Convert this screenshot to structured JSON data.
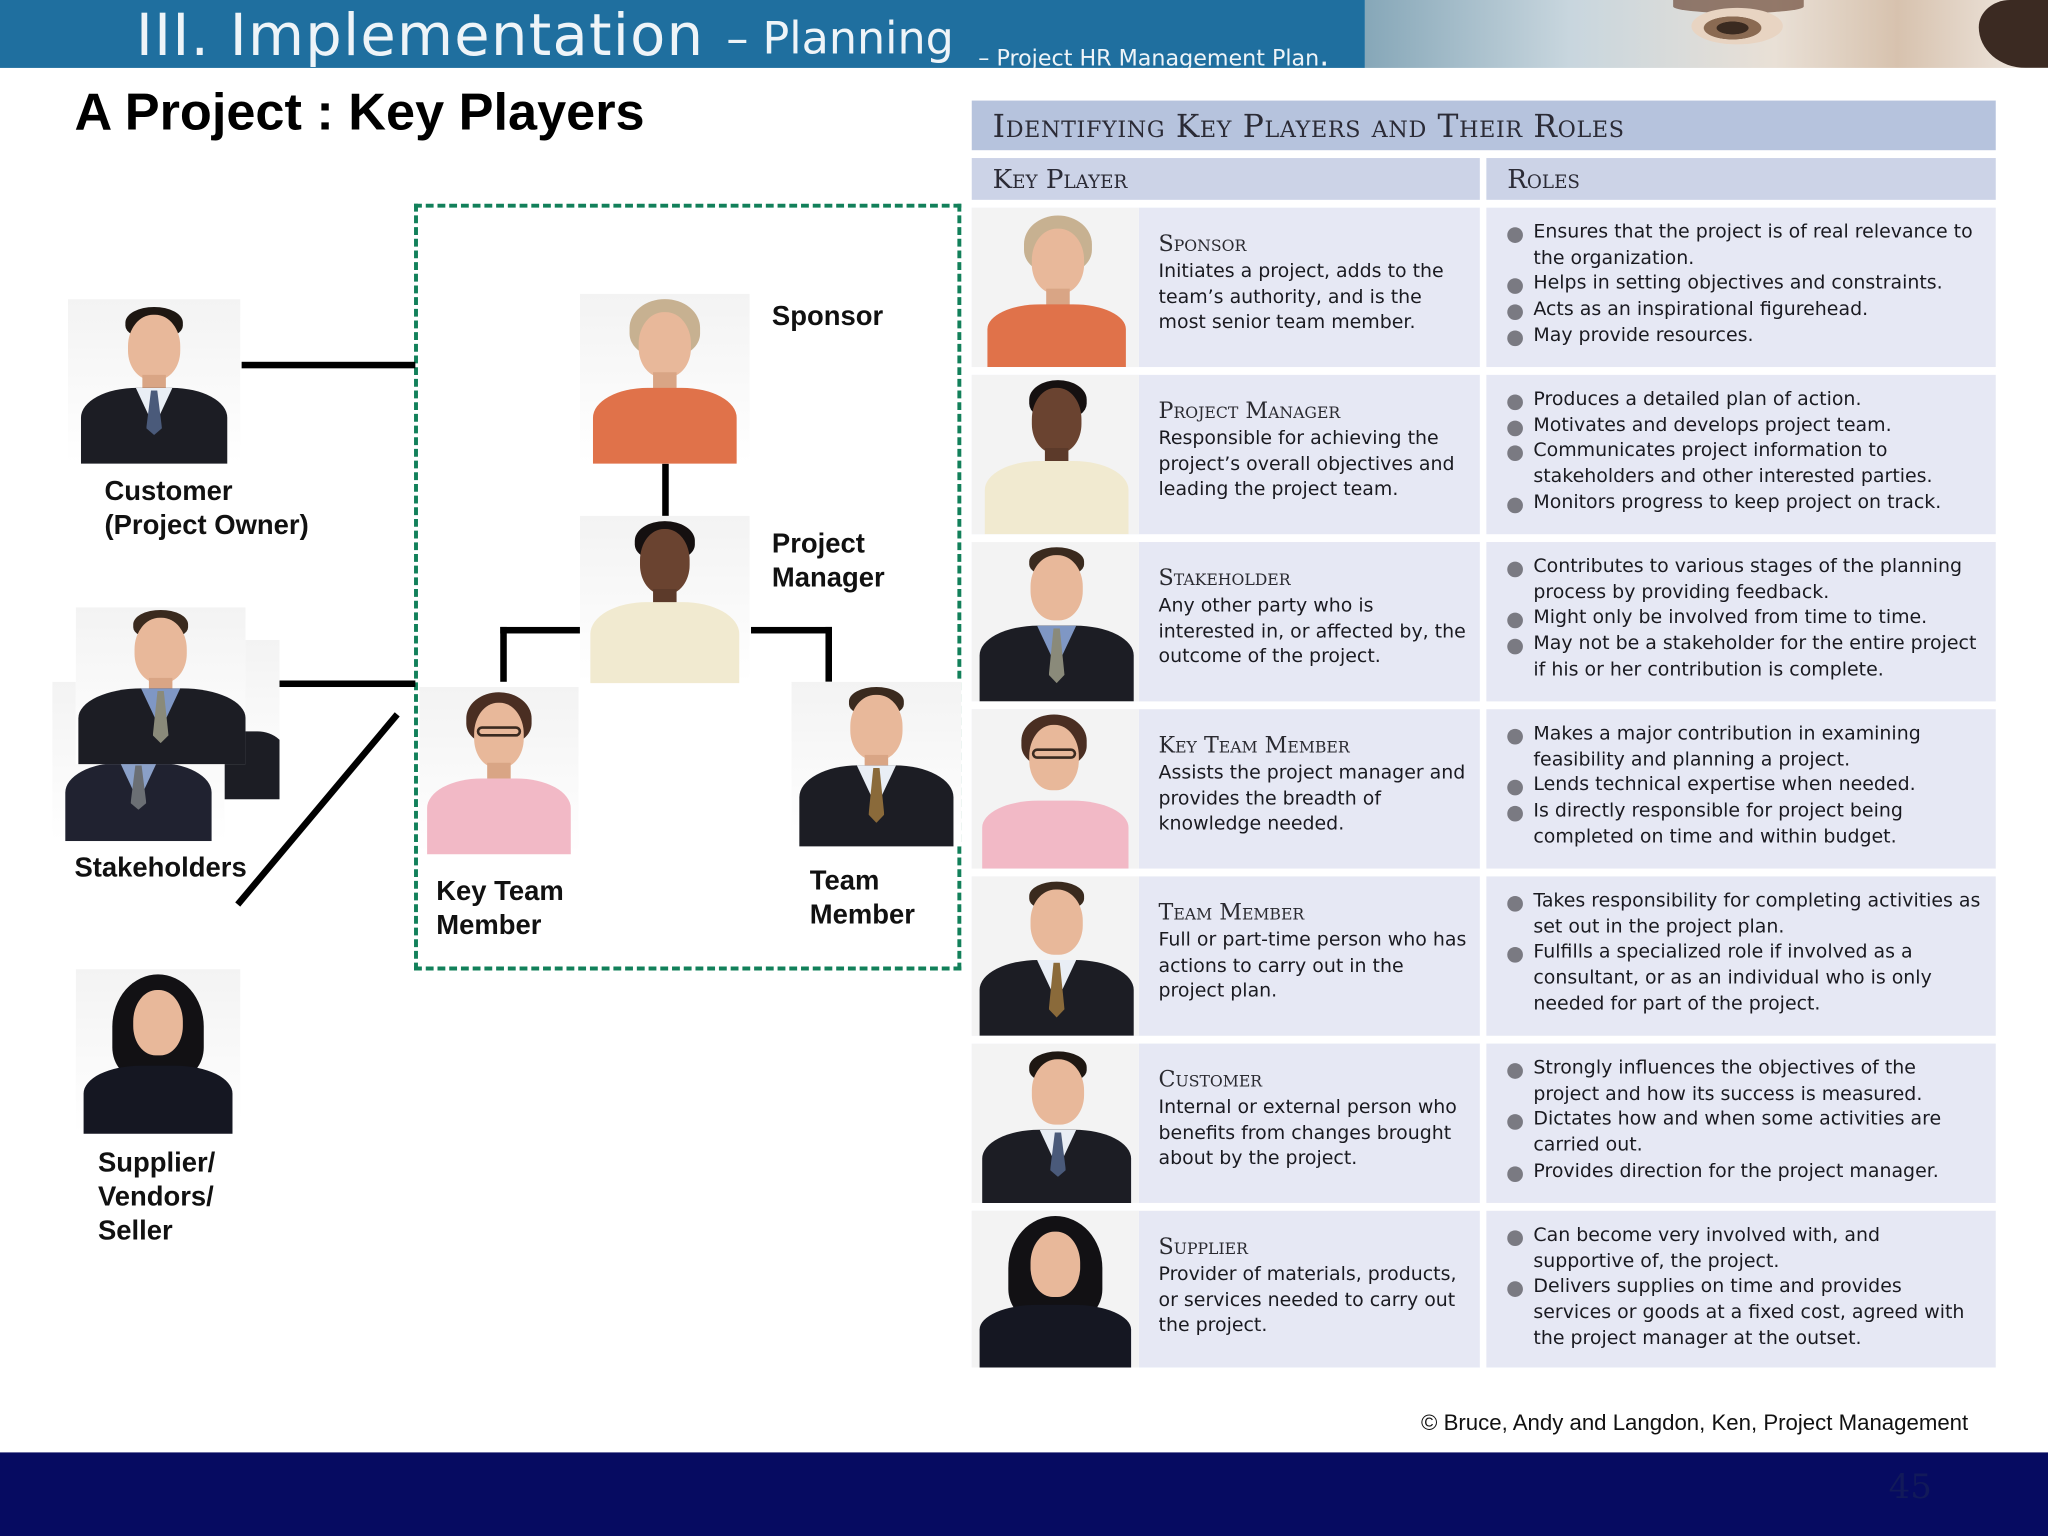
{
  "header": {
    "main": "III. Implementation",
    "sub": "– Planning",
    "subsub": "– Project HR Management Plan",
    "period": "."
  },
  "title": "A Project : Key Players",
  "diagram": {
    "labels": {
      "sponsor": "Sponsor",
      "pm_line1": "Project",
      "pm_line2": "Manager",
      "customer_line1": "Customer",
      "customer_line2": "(Project Owner)",
      "stakeholders": "Stakeholders",
      "ktm_line1": "Key Team",
      "ktm_line2": "Member",
      "tm_line1": "Team",
      "tm_line2": "Member",
      "sup_line1": "Supplier/",
      "sup_line2": "Vendors/",
      "sup_line3": "Seller"
    }
  },
  "table": {
    "title": "Identifying Key Players and Their Roles",
    "col_player": "Key Player",
    "col_roles": "Roles",
    "rows": [
      {
        "name": "Sponsor",
        "desc": "Initiates a project, adds to the team’s authority, and is the most senior team member.",
        "roles": [
          "Ensures that the project is of real relevance to the organization.",
          "Helps in setting objectives and constraints.",
          "Acts as an inspirational figurehead.",
          "May provide resources."
        ]
      },
      {
        "name": "Project Manager",
        "desc": "Responsible for achieving the project’s overall objectives and leading the project team.",
        "roles": [
          "Produces a detailed plan of action.",
          "Motivates and develops project team.",
          "Communicates project information to stakeholders and other interested parties.",
          "Monitors progress to keep project on track."
        ]
      },
      {
        "name": "Stakeholder",
        "desc": "Any other party who is interested in, or affected by, the outcome of the project.",
        "roles": [
          "Contributes to various stages of the planning process by providing feedback.",
          "Might only be involved from time to time.",
          "May not be a stakeholder for the entire project if his or her contribution is complete."
        ]
      },
      {
        "name": "Key Team Member",
        "desc": "Assists the project manager and provides the breadth of knowledge needed.",
        "roles": [
          "Makes a major contribution in examining feasibility and planning a project.",
          "Lends technical expertise when needed.",
          "Is directly responsible for project being completed on time and within budget."
        ]
      },
      {
        "name": "Team Member",
        "desc": "Full or part-time person who has actions to carry out in the project plan.",
        "roles": [
          "Takes responsibility for completing activities as set out in the project plan.",
          "Fulfills a specialized role if involved as a consultant, or as an individual who is only needed for part of the project."
        ]
      },
      {
        "name": "Customer",
        "desc": "Internal or external person who benefits from changes brought about by the project.",
        "roles": [
          "Strongly influences the objectives of the project and how its success is measured.",
          "Dictates how and when some activities are carried out.",
          "Provides direction for the project manager."
        ]
      },
      {
        "name": "Supplier",
        "desc": "Provider of materials, products, or services needed to carry out the project.",
        "roles": [
          "Can become very involved with, and supportive of, the project.",
          "Delivers supplies on time and provides services or goods at a fixed cost, agreed with the project manager at the outset."
        ]
      }
    ]
  },
  "copyright": "©  Bruce, Andy and Langdon, Ken, Project Management",
  "page_number": "45",
  "colors": {
    "header": "#1f6f9f",
    "footer": "#060b61",
    "dash": "#12805a",
    "table_title": "#b6c3dd",
    "table_cell": "#e6e8f4"
  }
}
